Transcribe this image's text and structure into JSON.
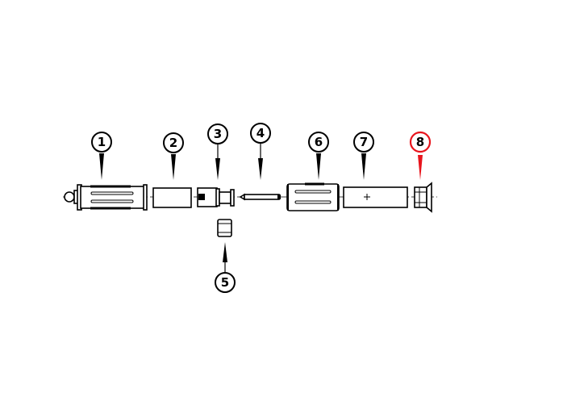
{
  "diagram": {
    "callouts": [
      {
        "label": "1",
        "highlighted": false
      },
      {
        "label": "2",
        "highlighted": false
      },
      {
        "label": "3",
        "highlighted": false
      },
      {
        "label": "4",
        "highlighted": false
      },
      {
        "label": "5",
        "highlighted": false
      },
      {
        "label": "6",
        "highlighted": false
      },
      {
        "label": "7",
        "highlighted": false
      },
      {
        "label": "8",
        "highlighted": true
      }
    ],
    "colors": {
      "line": "#000000",
      "highlight": "#e8141c"
    }
  }
}
